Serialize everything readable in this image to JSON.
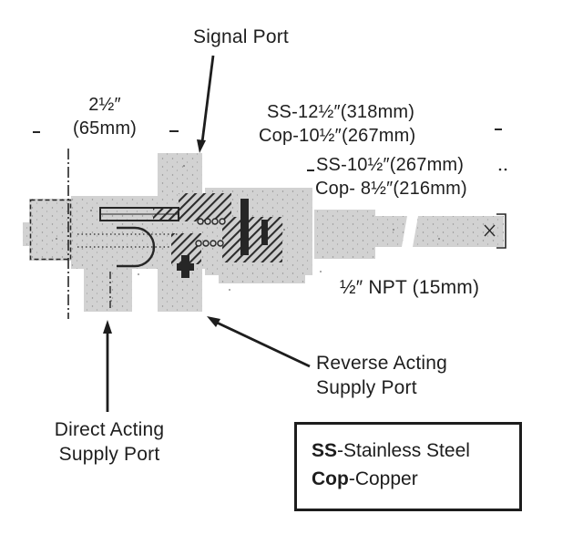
{
  "figure": {
    "signal_port_label": "Signal Port",
    "direct_acting": {
      "line1": "Direct Acting",
      "line2": "Supply Port"
    },
    "reverse_acting": {
      "line1": "Reverse Acting",
      "line2": "Supply Port"
    },
    "dimensions": {
      "body_width_in": "2½″",
      "body_width_mm": "(65mm)",
      "overall_ss": "SS-12½″(318mm)",
      "overall_cop": "Cop-10½″(267mm)",
      "bulb_ss": "SS-10½″(267mm)",
      "bulb_cop": "Cop- 8½″(216mm)",
      "npt": "½″ NPT (15mm)"
    },
    "legend": {
      "items": [
        {
          "abbr": "SS",
          "name": "-Stainless Steel"
        },
        {
          "abbr": "Cop",
          "name": "-Copper"
        }
      ]
    },
    "colors": {
      "body_fill": "#d2d2d2",
      "line": "#231f20",
      "background": "#ffffff"
    }
  }
}
